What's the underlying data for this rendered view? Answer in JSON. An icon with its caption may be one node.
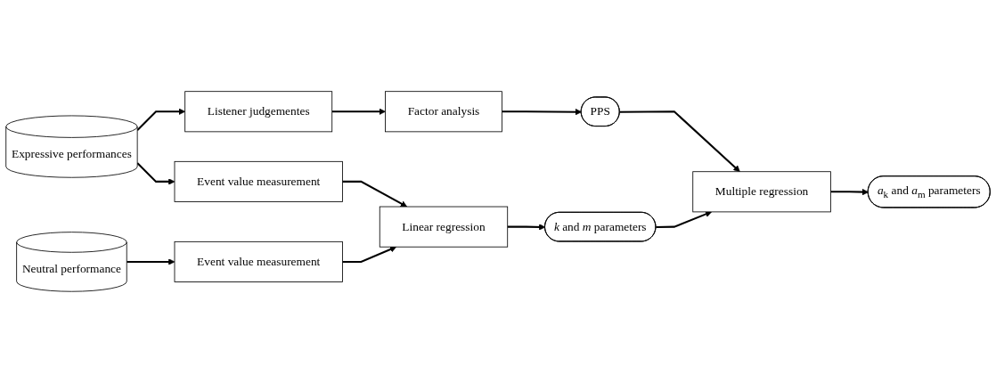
{
  "diagram": {
    "nodes": [
      {
        "text": [
          "Expressive performances"
        ]
      },
      {
        "text": [
          "Listener judgementes"
        ]
      },
      {
        "text": [
          "Factor analysis"
        ]
      },
      {
        "text": [
          "PPS"
        ]
      },
      {
        "text": [
          "Event value measurement"
        ]
      },
      {
        "text": [
          "Linear regression"
        ]
      },
      {
        "text": [
          "*k* and *m* parameters"
        ]
      },
      {
        "text": [
          "Multiple regression"
        ]
      },
      {
        "text": [
          "*a*$_{k}$ and *a*$_{m}$ parameters"
        ]
      },
      {
        "text": [
          "Neutral performance"
        ]
      },
      {
        "text": [
          "Event value measurement"
        ]
      }
    ],
    "edges": [
      {
        "from": 0,
        "to": 1,
        "arrow": "to"
      },
      {
        "from": 0,
        "to": 4,
        "arrow": "to"
      },
      {
        "from": 1,
        "to": 2,
        "arrow": "to"
      },
      {
        "from": 2,
        "to": 3,
        "arrow": "to"
      },
      {
        "from": 3,
        "to": 7,
        "arrow": "to"
      },
      {
        "from": 4,
        "to": 5,
        "arrow": "to"
      },
      {
        "from": 9,
        "to": 10,
        "arrow": "to"
      },
      {
        "from": 10,
        "to": 5,
        "arrow": "to"
      },
      {
        "from": 5,
        "to": 6,
        "arrow": "to"
      },
      {
        "from": 6,
        "to": 7,
        "arrow": "to"
      },
      {
        "from": 7,
        "to": 8,
        "arrow": "to"
      }
    ]
  }
}
